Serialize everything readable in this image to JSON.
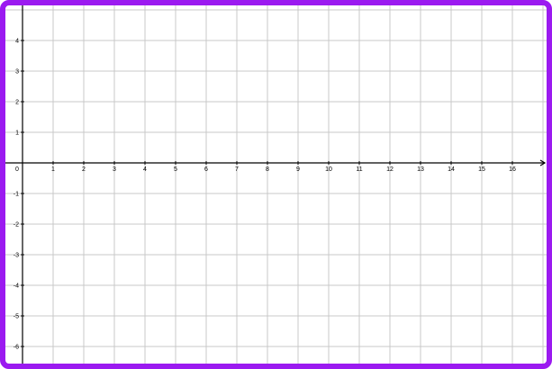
{
  "colors": {
    "frame": "#9b1af0",
    "grid": "#c8c8c8",
    "axis": "#000000",
    "background": "#ffffff"
  },
  "plane": {
    "x_range": [
      0,
      17
    ],
    "y_range": [
      -6,
      5
    ],
    "x_tick_labels": [
      "0",
      "1",
      "2",
      "3",
      "4",
      "5",
      "6",
      "7",
      "8",
      "9",
      "10",
      "11",
      "12",
      "13",
      "14",
      "15",
      "16"
    ],
    "y_tick_labels": [
      "4",
      "3",
      "2",
      "1",
      "-1",
      "-2",
      "-3",
      "-4",
      "-5",
      "-6"
    ],
    "x_axis_arrow": true,
    "grid": true
  }
}
